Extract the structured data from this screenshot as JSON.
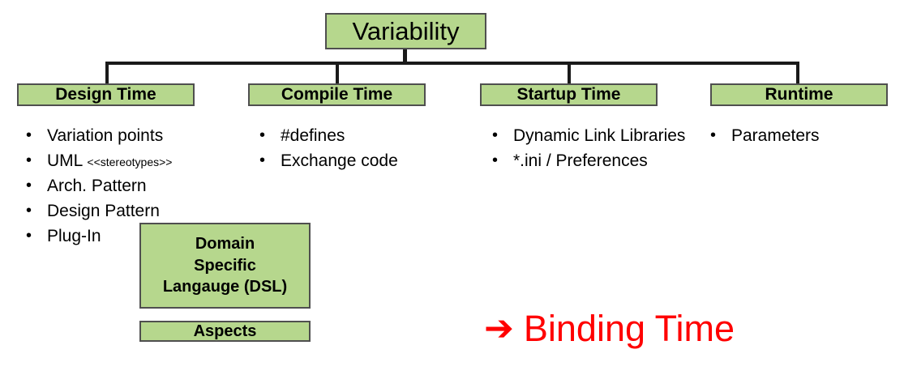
{
  "diagram": {
    "root": {
      "label": "Variability"
    },
    "categories": [
      {
        "label": "Design Time"
      },
      {
        "label": "Compile Time"
      },
      {
        "label": "Startup Time"
      },
      {
        "label": "Runtime"
      }
    ],
    "bullet_marker": "•",
    "columns": [
      {
        "owner": "Design Time",
        "items": [
          {
            "text": "Variation points",
            "sub": ""
          },
          {
            "text": "UML ",
            "sub": "<<stereotypes>>"
          },
          {
            "text": "Arch. Pattern",
            "sub": ""
          },
          {
            "text": "Design Pattern",
            "sub": ""
          },
          {
            "text": "Plug-In",
            "sub": ""
          }
        ]
      },
      {
        "owner": "Compile Time",
        "items": [
          {
            "text": "#defines",
            "sub": ""
          },
          {
            "text": "Exchange code",
            "sub": ""
          }
        ]
      },
      {
        "owner": "Startup Time",
        "items": [
          {
            "text": "Dynamic Link Libraries",
            "sub": ""
          },
          {
            "text": "*.ini / Preferences",
            "sub": ""
          }
        ]
      },
      {
        "owner": "Runtime",
        "items": [
          {
            "text": "Parameters",
            "sub": ""
          }
        ]
      }
    ],
    "notes": [
      {
        "line1": "Domain",
        "line2": "Specific",
        "line3": "Langauge (DSL)"
      },
      {
        "line1": "Aspects"
      }
    ],
    "callout": {
      "arrow": "➔",
      "label": "Binding Time",
      "color": "#ff0000"
    },
    "colors": {
      "box_fill": "#b6d78d",
      "box_border": "#4f4f4f",
      "connector": "#1a1a1a",
      "text": "#000000",
      "accent": "#ff0000"
    }
  }
}
